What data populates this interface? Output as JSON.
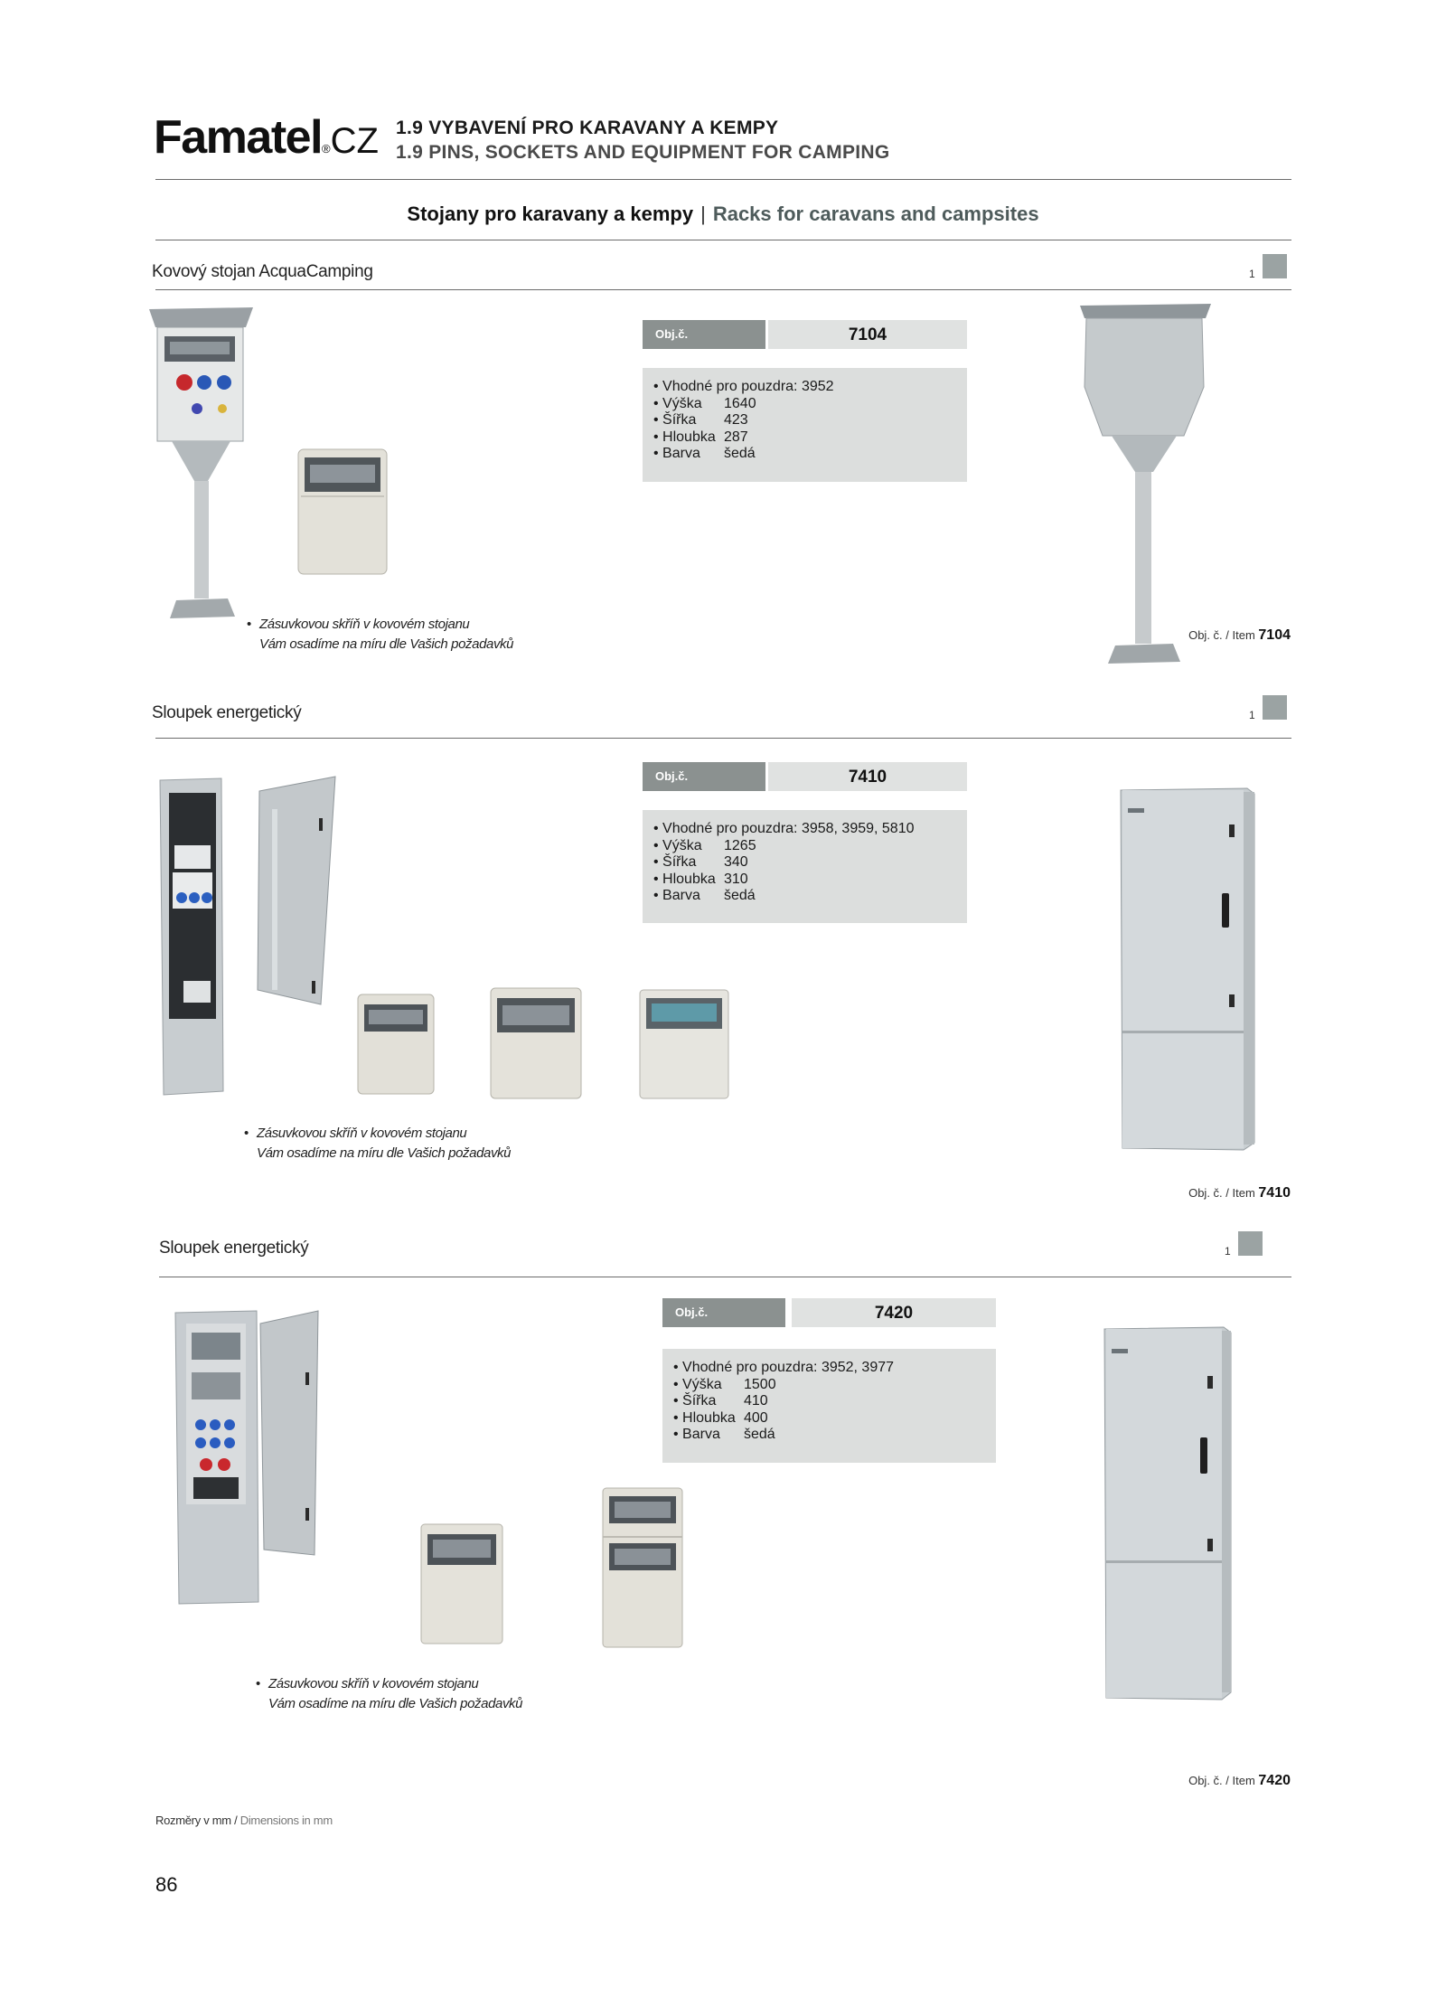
{
  "header": {
    "brand": "Famatel",
    "brand_reg": "®",
    "brand_tld": "CZ",
    "chapter_cz": "1.9 VYBAVENÍ PRO KARAVANY A KEMPY",
    "chapter_en": "1.9 PINS, SOCKETS AND EQUIPMENT FOR CAMPING",
    "subtitle_cz": "Stojany pro karavany a kempy",
    "subtitle_sep": "|",
    "subtitle_en": "Racks for caravans and campsites"
  },
  "sections": [
    {
      "title": "Kovový stojan AcquaCamping",
      "qty": "1",
      "code_label": "Obj.č.",
      "code": "7104",
      "specs": [
        {
          "k": "• Vhodné pro pouzdra: 3952",
          "v": ""
        },
        {
          "k": "• Výška",
          "v": "1640"
        },
        {
          "k": "• Šířka",
          "v": "423"
        },
        {
          "k": "• Hloubka",
          "v": "287"
        },
        {
          "k": "• Barva",
          "v": "šedá"
        }
      ],
      "note_line1": "Zásuvkovou skříň v kovovém stojanu",
      "note_line2": "Vám osadíme na míru dle Vašich požadavků",
      "item_prefix": "Obj. č. / Item",
      "item_code": "7104"
    },
    {
      "title": "Sloupek energetický",
      "qty": "1",
      "code_label": "Obj.č.",
      "code": "7410",
      "specs": [
        {
          "k": "• Vhodné pro pouzdra: 3958, 3959, 5810",
          "v": ""
        },
        {
          "k": "• Výška",
          "v": "1265"
        },
        {
          "k": "• Šířka",
          "v": "340"
        },
        {
          "k": "• Hloubka",
          "v": "310"
        },
        {
          "k": "• Barva",
          "v": "šedá"
        }
      ],
      "note_line1": "Zásuvkovou skříň v kovovém stojanu",
      "note_line2": "Vám osadíme na míru dle Vašich požadavků",
      "item_prefix": "Obj. č. / Item",
      "item_code": "7410"
    },
    {
      "title": "Sloupek energetický",
      "qty": "1",
      "code_label": "Obj.č.",
      "code": "7420",
      "specs": [
        {
          "k": "• Vhodné pro pouzdra: 3952, 3977",
          "v": ""
        },
        {
          "k": "• Výška",
          "v": "1500"
        },
        {
          "k": "• Šířka",
          "v": "410"
        },
        {
          "k": "• Hloubka",
          "v": "400"
        },
        {
          "k": "• Barva",
          "v": "šedá"
        }
      ],
      "note_line1": "Zásuvkovou skříň v kovovém stojanu",
      "note_line2": "Vám osadíme na míru dle Vašich požadavků",
      "item_prefix": "Obj. č. / Item",
      "item_code": "7420"
    }
  ],
  "footer": {
    "dims_cz": "Rozměry v mm /",
    "dims_en": "Dimensions in mm",
    "page_number": "86"
  },
  "colors": {
    "code_label_bg": "#8b9190",
    "code_value_bg": "#e0e2e1",
    "spec_bg": "#dcdedd",
    "qty_box": "#9ba3a3",
    "cabinet_grey": "#c9ced0"
  }
}
